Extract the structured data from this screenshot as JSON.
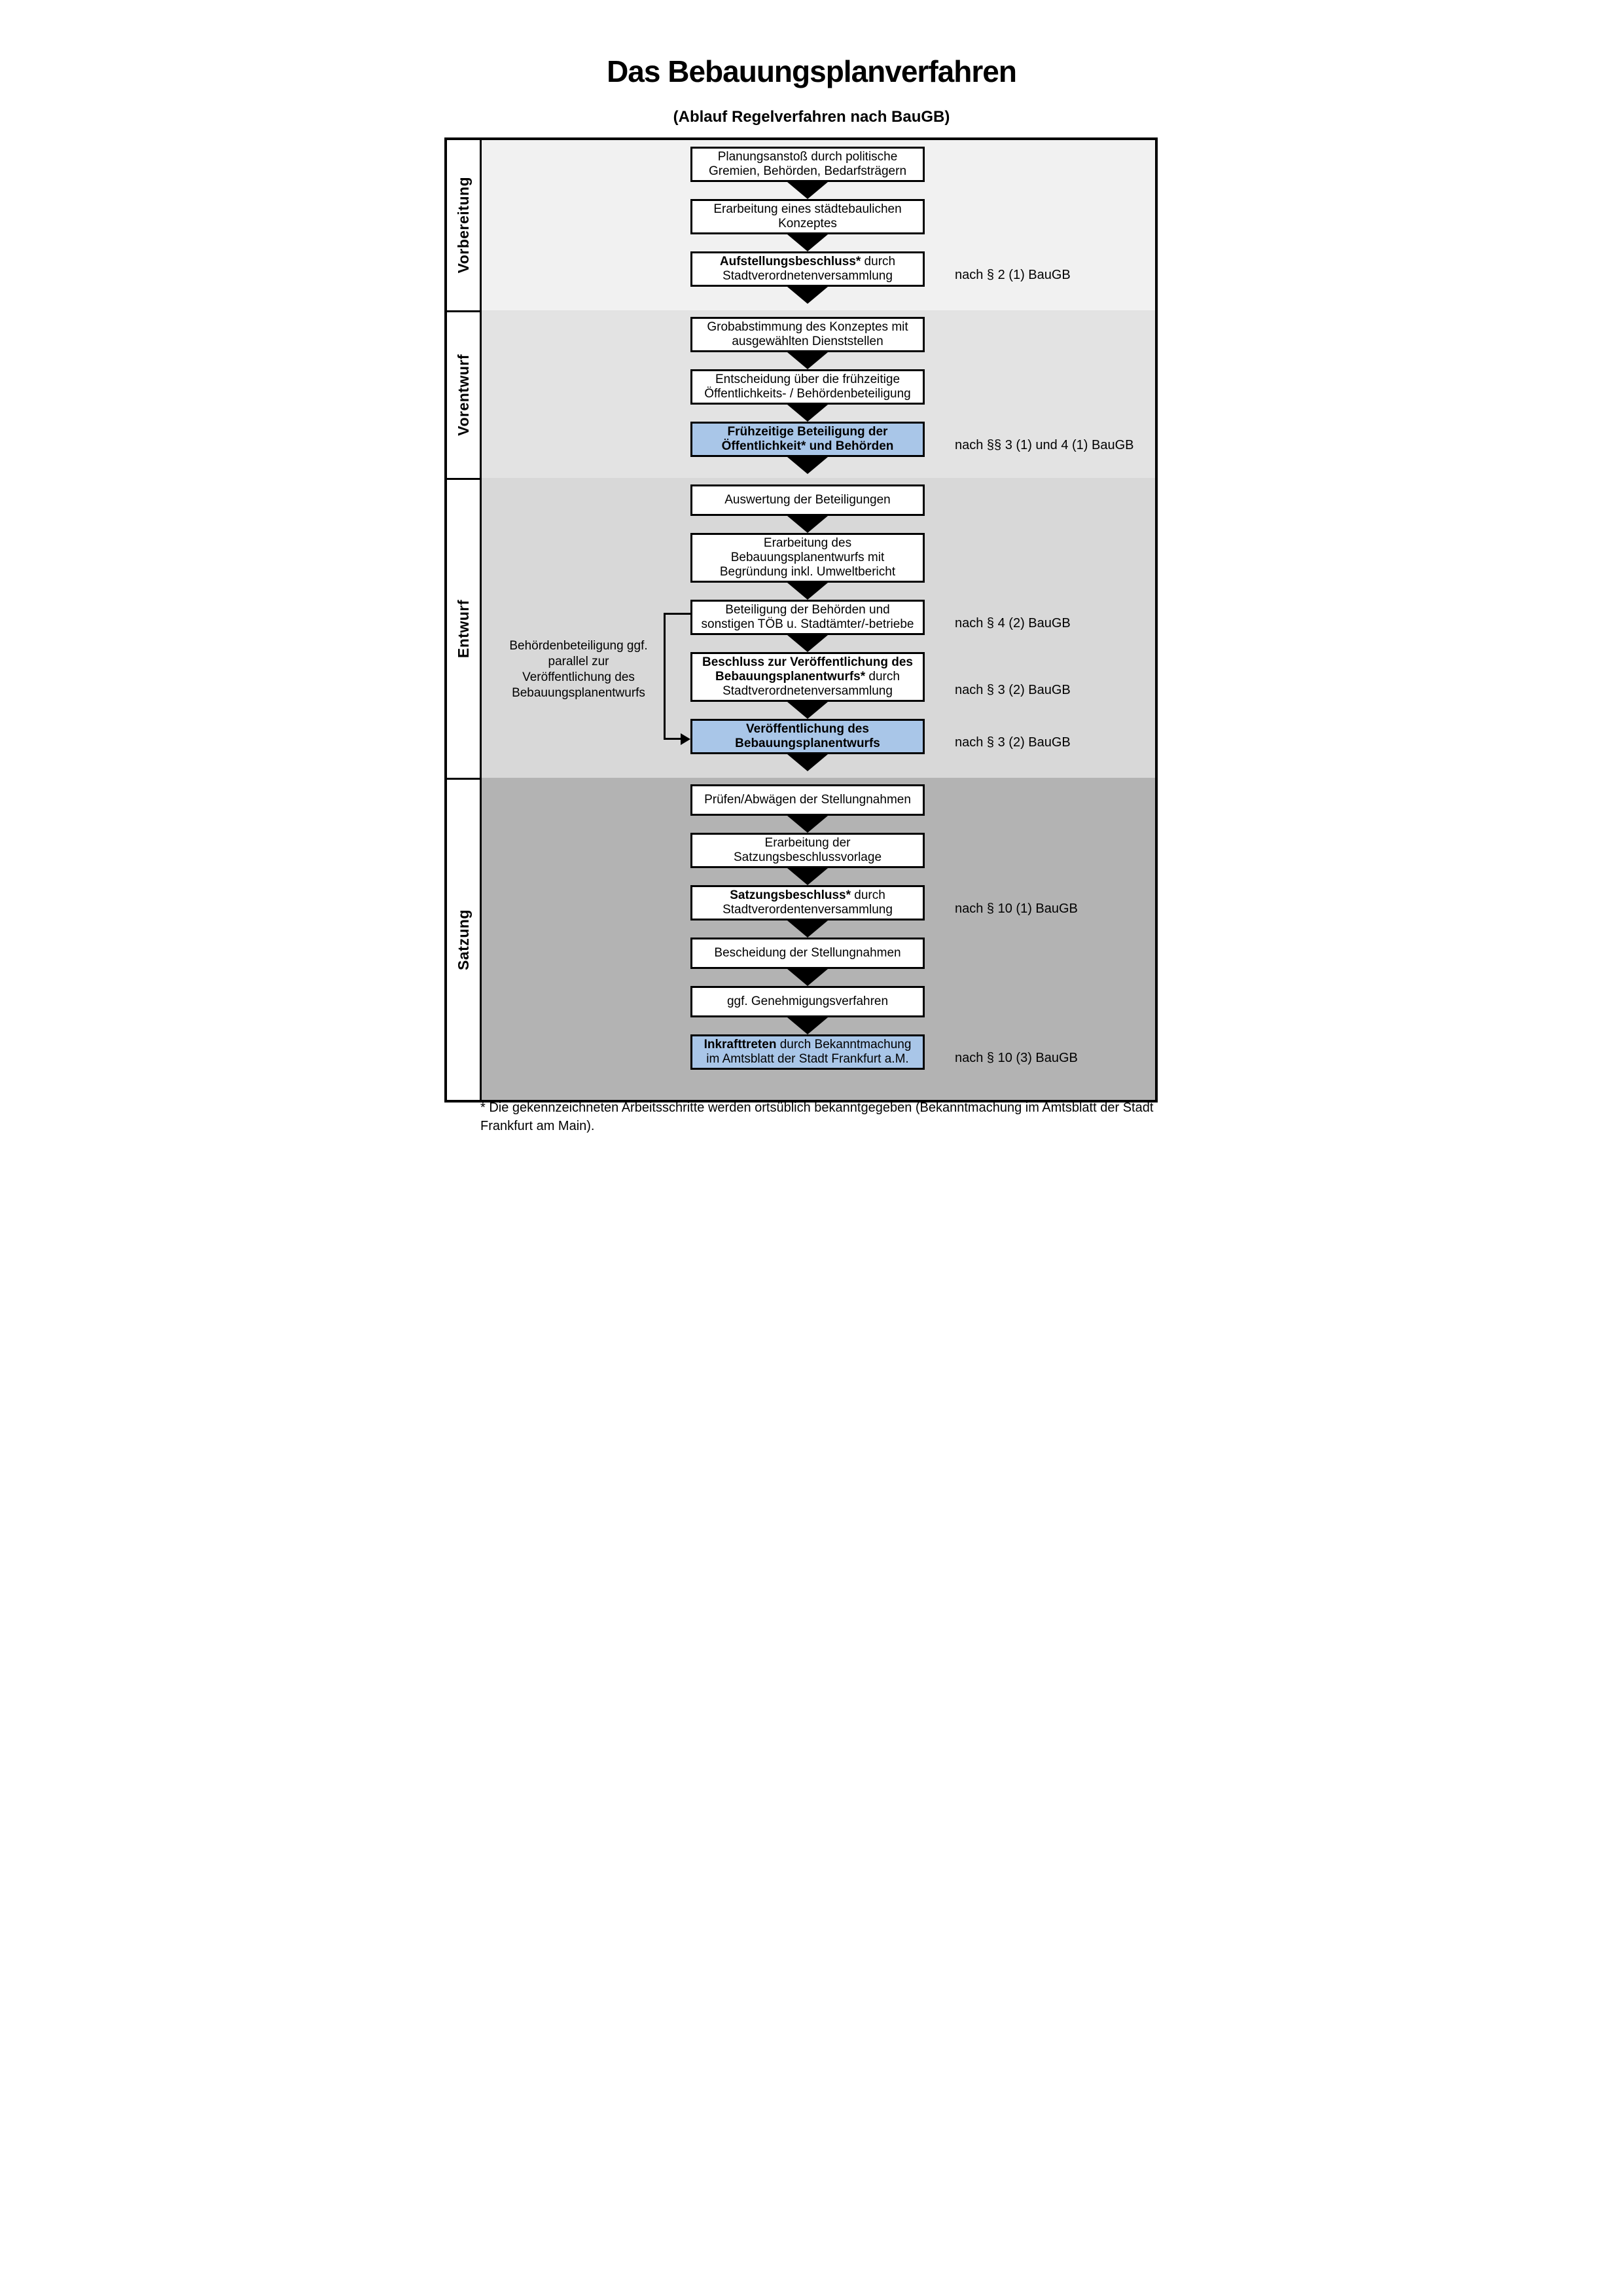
{
  "page": {
    "title": "Das Bebauungsplanverfahren",
    "subtitle": "(Ablauf Regelverfahren nach BauGB)",
    "footnote_line1": "* Die gekennzeichneten Arbeitsschritte werden ortsüblich bekanntgegeben (Bekanntmachung im Amtsblatt  der Stadt",
    "footnote_line2": "Frankfurt am Main)."
  },
  "colors": {
    "highlight_box": "#a9c6e8",
    "box_bg": "#ffffff",
    "line": "#000000",
    "band_vorbereitung": "#f1f1f1",
    "band_vorentwurf": "#e3e3e3",
    "band_entwurf": "#d8d8d8",
    "band_satzung": "#b3b3b3"
  },
  "phases": [
    {
      "id": "vorbereitung",
      "label": "Vorbereitung",
      "bg": "#f1f1f1",
      "steps": [
        {
          "lines": [
            [
              {
                "t": "Planungsanstoß durch politische",
                "b": false
              }
            ],
            [
              {
                "t": "Gremien, Behörden, Bedarfsträgern",
                "b": false
              }
            ]
          ],
          "highlight": false,
          "ref": null,
          "arrow_after": true
        },
        {
          "lines": [
            [
              {
                "t": "Erarbeitung eines städtebaulichen",
                "b": false
              }
            ],
            [
              {
                "t": "Konzeptes",
                "b": false
              }
            ]
          ],
          "highlight": false,
          "ref": null,
          "arrow_after": true
        },
        {
          "lines": [
            [
              {
                "t": "Aufstellungsbeschluss*",
                "b": true
              },
              {
                "t": " durch",
                "b": false
              }
            ],
            [
              {
                "t": "Stadtverordnetenversammlung",
                "b": false
              }
            ]
          ],
          "highlight": false,
          "ref": "nach § 2 (1) BauGB",
          "arrow_after": true
        }
      ]
    },
    {
      "id": "vorentwurf",
      "label": "Vorentwurf",
      "bg": "#e3e3e3",
      "steps": [
        {
          "lines": [
            [
              {
                "t": "Grobabstimmung des Konzeptes mit",
                "b": false
              }
            ],
            [
              {
                "t": "ausgewählten Dienststellen",
                "b": false
              }
            ]
          ],
          "highlight": false,
          "ref": null,
          "arrow_after": true
        },
        {
          "lines": [
            [
              {
                "t": "Entscheidung über die frühzeitige",
                "b": false
              }
            ],
            [
              {
                "t": "Öffentlichkeits- / Behördenbeteiligung",
                "b": false
              }
            ]
          ],
          "highlight": false,
          "ref": null,
          "arrow_after": true
        },
        {
          "lines": [
            [
              {
                "t": "Frühzeitige Beteiligung der",
                "b": true
              }
            ],
            [
              {
                "t": "Öffentlichkeit* und Behörden",
                "b": true
              }
            ]
          ],
          "highlight": true,
          "ref": "nach §§ 3 (1) und 4 (1) BauGB",
          "arrow_after": true
        }
      ]
    },
    {
      "id": "entwurf",
      "label": "Entwurf",
      "bg": "#d8d8d8",
      "sidenote": "Behördenbeteiligung ggf. parallel zur Veröffentlichung des Bebauungsplanentwurfs",
      "steps": [
        {
          "lines": [
            [
              {
                "t": "Auswertung der Beteiligungen",
                "b": false
              }
            ]
          ],
          "highlight": false,
          "ref": null,
          "arrow_after": true
        },
        {
          "lines": [
            [
              {
                "t": "Erarbeitung des",
                "b": false
              }
            ],
            [
              {
                "t": "Bebauungsplanentwurfs mit",
                "b": false
              }
            ],
            [
              {
                "t": "Begründung inkl. Umweltbericht",
                "b": false
              }
            ]
          ],
          "highlight": false,
          "ref": null,
          "arrow_after": true
        },
        {
          "lines": [
            [
              {
                "t": "Beteiligung der Behörden und",
                "b": false
              }
            ],
            [
              {
                "t": "sonstigen TÖB u. Stadtämter/-betriebe",
                "b": false
              }
            ]
          ],
          "highlight": false,
          "ref": "nach § 4 (2) BauGB",
          "arrow_after": true
        },
        {
          "lines": [
            [
              {
                "t": "Beschluss zur Veröffentlichung des",
                "b": true
              }
            ],
            [
              {
                "t": "Bebauungsplanentwurfs*",
                "b": true
              },
              {
                "t": " durch",
                "b": false
              }
            ],
            [
              {
                "t": "Stadtverordnetenversammlung",
                "b": false
              }
            ]
          ],
          "highlight": false,
          "ref": "nach § 3 (2) BauGB",
          "arrow_after": true
        },
        {
          "lines": [
            [
              {
                "t": "Veröffentlichung des",
                "b": true
              }
            ],
            [
              {
                "t": "Bebauungsplanentwurfs",
                "b": true
              }
            ]
          ],
          "highlight": true,
          "ref": "nach § 3 (2) BauGB",
          "arrow_after": true
        }
      ]
    },
    {
      "id": "satzung",
      "label": "Satzung",
      "bg": "#b3b3b3",
      "steps": [
        {
          "lines": [
            [
              {
                "t": "Prüfen/Abwägen der Stellungnahmen",
                "b": false
              }
            ]
          ],
          "highlight": false,
          "ref": null,
          "arrow_after": true
        },
        {
          "lines": [
            [
              {
                "t": "Erarbeitung der",
                "b": false
              }
            ],
            [
              {
                "t": "Satzungsbeschlussvorlage",
                "b": false
              }
            ]
          ],
          "highlight": false,
          "ref": null,
          "arrow_after": true
        },
        {
          "lines": [
            [
              {
                "t": "Satzungsbeschluss*",
                "b": true
              },
              {
                "t": " durch",
                "b": false
              }
            ],
            [
              {
                "t": "Stadtverordentenversammlung",
                "b": false
              }
            ]
          ],
          "highlight": false,
          "ref": "nach § 10 (1) BauGB",
          "arrow_after": true
        },
        {
          "lines": [
            [
              {
                "t": "Bescheidung der Stellungnahmen",
                "b": false
              }
            ]
          ],
          "highlight": false,
          "ref": null,
          "arrow_after": true
        },
        {
          "lines": [
            [
              {
                "t": "ggf. Genehmigungsverfahren",
                "b": false
              }
            ]
          ],
          "highlight": false,
          "ref": null,
          "arrow_after": true
        },
        {
          "lines": [
            [
              {
                "t": "Inkrafttreten",
                "b": true
              },
              {
                "t": " durch Bekanntmachung",
                "b": false
              }
            ],
            [
              {
                "t": "im Amtsblatt der Stadt Frankfurt a.M.",
                "b": false
              }
            ]
          ],
          "highlight": true,
          "ref": "nach § 10 (3) BauGB",
          "arrow_after": false
        }
      ]
    }
  ]
}
